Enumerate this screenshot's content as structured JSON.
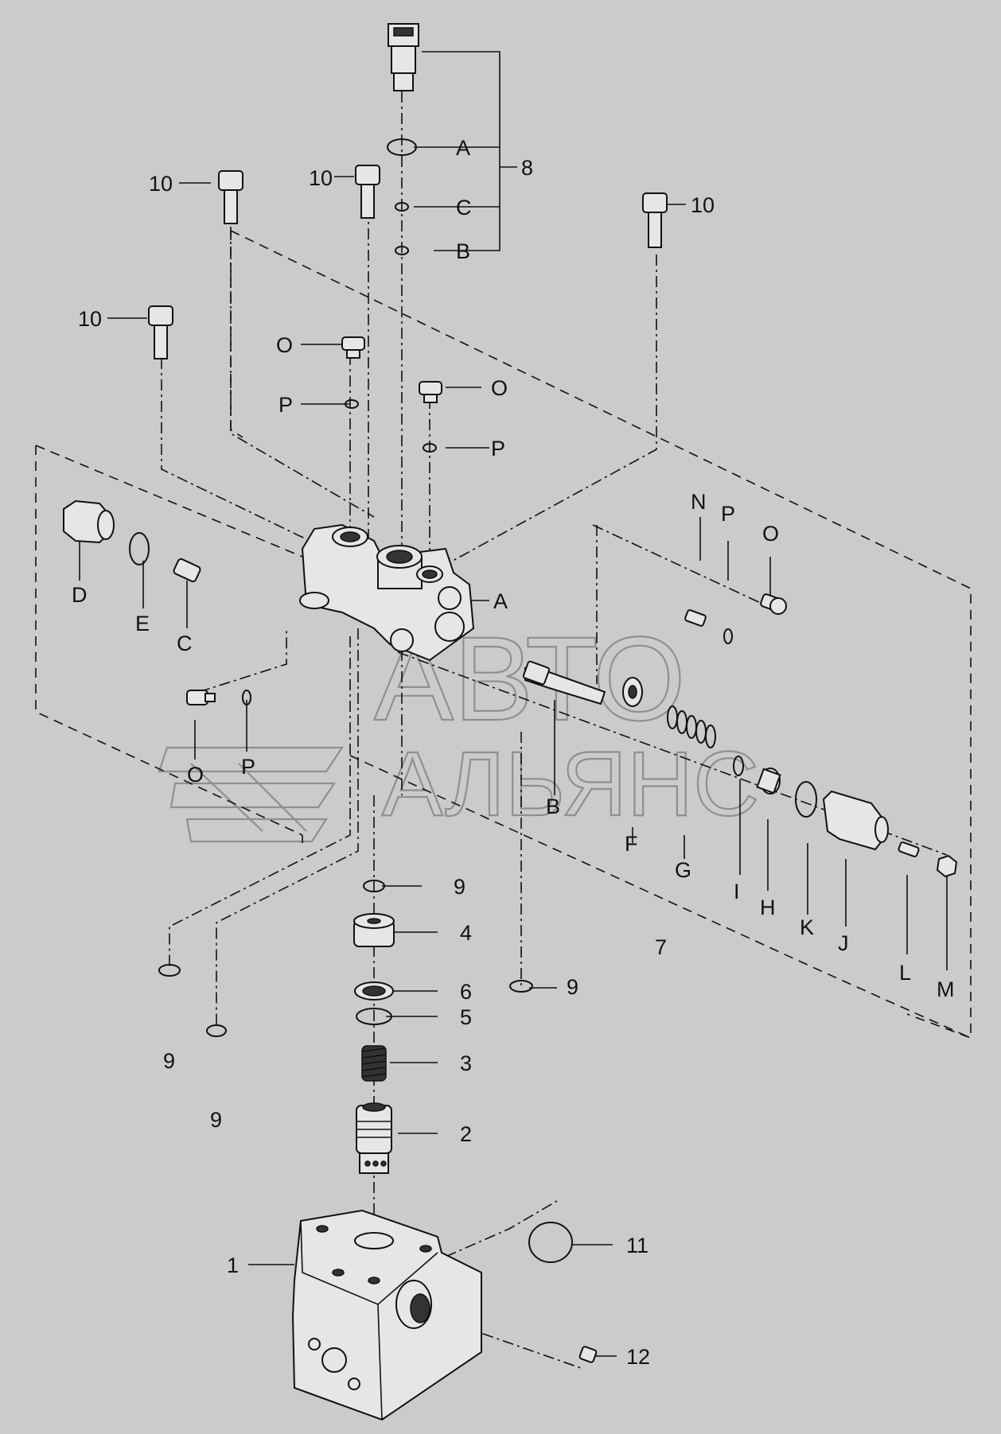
{
  "watermark": {
    "line1": "АВТО",
    "line2": "АЛЬЯНС"
  },
  "labels": {
    "n10a": "10",
    "n10b": "10",
    "n10c": "10",
    "n10d": "10",
    "n8": "8",
    "A_top": "A",
    "C_top": "C",
    "B_top": "B",
    "O_1": "O",
    "P_1": "P",
    "O_2": "O",
    "P_2": "P",
    "D": "D",
    "E": "E",
    "C_left": "C",
    "O_3": "O",
    "P_3": "P",
    "A_right": "A",
    "N": "N",
    "P_4": "P",
    "O_4": "O",
    "B_mid": "B",
    "F": "F",
    "G": "G",
    "I": "I",
    "H": "H",
    "K": "K",
    "J": "J",
    "L": "L",
    "M": "M",
    "n7": "7",
    "n9a": "9",
    "n9b": "9",
    "n9c": "9",
    "n9d": "9",
    "n4": "4",
    "n6": "6",
    "n5": "5",
    "n3": "3",
    "n2": "2",
    "n1": "1",
    "n11": "11",
    "n12": "12"
  }
}
